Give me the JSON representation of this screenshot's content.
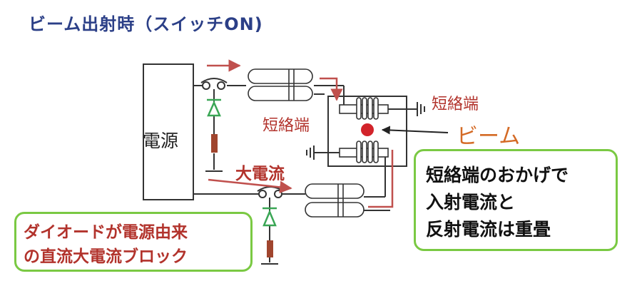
{
  "title": "ビーム出射時（スイッチON)",
  "power_label": "電源",
  "short_label_middle": "短絡端",
  "short_label_right": "短絡端",
  "large_current_label": "大電流",
  "beam_label": "ビーム",
  "note_right": {
    "line1": "短絡端のおかげで",
    "line2": "入射電流と",
    "line3": "反射電流は重畳"
  },
  "note_left": {
    "line1": "ダイオードが電源由来",
    "line2": "の直流大電流ブロック"
  },
  "colors": {
    "title": "#2b3f87",
    "accent": "#b2332c",
    "arrow": "#c0504d",
    "beam_text": "#d46a25",
    "green": "#7ac943",
    "diode": "#3aa655",
    "resistor": "#a0452e",
    "beam_dot": "#d2232a",
    "line": "#333333"
  }
}
